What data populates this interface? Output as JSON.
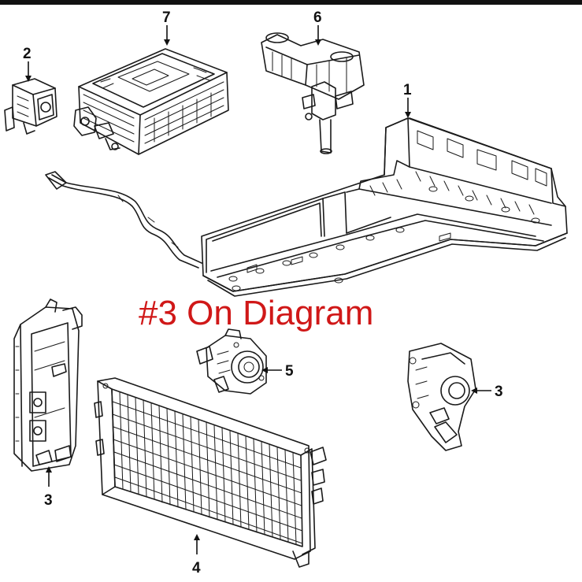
{
  "overlay": {
    "text": "#3 On Diagram",
    "color": "#d01818"
  },
  "callouts": {
    "c1": "1",
    "c2": "2",
    "c3_left": "3",
    "c3_right": "3",
    "c4": "4",
    "c5": "5",
    "c6": "6",
    "c7": "7"
  },
  "colors": {
    "line": "#1a1a1a",
    "background": "#ffffff",
    "top_bar": "#111111"
  }
}
